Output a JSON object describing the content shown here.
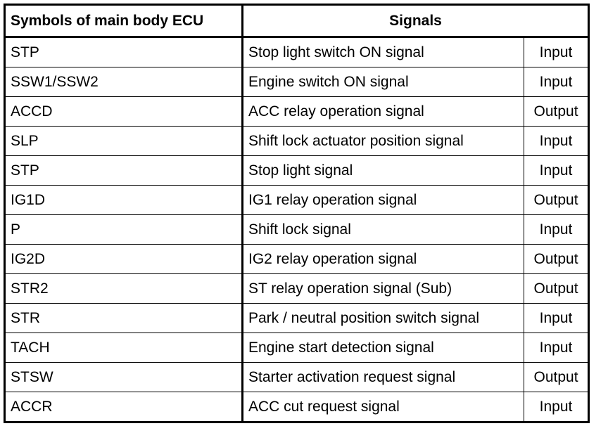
{
  "table": {
    "headers": {
      "symbol": "Symbols of main body ECU",
      "signals": "Signals"
    },
    "rows": [
      {
        "symbol": "STP",
        "description": "Stop light switch ON signal",
        "io": "Input"
      },
      {
        "symbol": "SSW1/SSW2",
        "description": "Engine switch ON signal",
        "io": "Input"
      },
      {
        "symbol": "ACCD",
        "description": "ACC relay operation signal",
        "io": "Output"
      },
      {
        "symbol": "SLP",
        "description": "Shift lock actuator position signal",
        "io": "Input"
      },
      {
        "symbol": "STP",
        "description": "Stop light signal",
        "io": "Input"
      },
      {
        "symbol": "IG1D",
        "description": "IG1 relay operation signal",
        "io": "Output"
      },
      {
        "symbol": "P",
        "description": "Shift lock signal",
        "io": "Input"
      },
      {
        "symbol": "IG2D",
        "description": "IG2 relay operation signal",
        "io": "Output"
      },
      {
        "symbol": "STR2",
        "description": "ST relay operation signal (Sub)",
        "io": "Output"
      },
      {
        "symbol": "STR",
        "description": "Park / neutral position switch signal",
        "io": "Input"
      },
      {
        "symbol": "TACH",
        "description": "Engine start detection signal",
        "io": "Input"
      },
      {
        "symbol": "STSW",
        "description": "Starter activation request signal",
        "io": "Output"
      },
      {
        "symbol": "ACCR",
        "description": "ACC cut request signal",
        "io": "Input"
      }
    ]
  },
  "colors": {
    "background": "#ffffff",
    "text": "#000000",
    "border": "#000000"
  }
}
